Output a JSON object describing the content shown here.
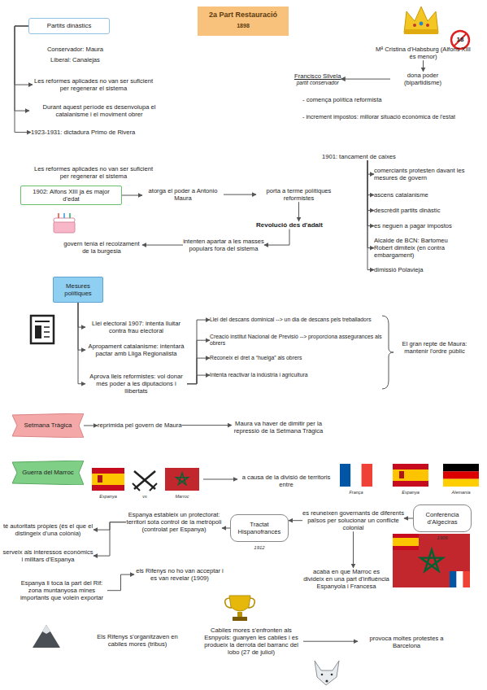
{
  "diagram": {
    "title": "2a Part Restauració",
    "nodes": [
      {
        "text": [
          "Partits dinàstics"
        ]
      },
      {
        "text": [
          "Les reformes aplicades no van ser suficient per regenerar el sistema"
        ]
      },
      {
        "text": [
          "Durant aquest període es desenvolupa el catalanisme i el moviment obrer"
        ]
      },
      {
        "text": [
          "1923-1931: dictadura Primo de Rivera"
        ]
      },
      {
        "text": [
          "Mª Cristina d'Habsburg (Alfons XIII és menor)"
        ]
      },
      {
        "text": [
          "dona poder (bipartidisme)"
        ]
      },
      {
        "text": [
          "Francisco Silvela",
          "partit conservador"
        ]
      },
      {
        "text": [
          "- comença política reformista"
        ]
      },
      {
        "text": [
          "- increment impostos: millorar situació econòmica de l'estat"
        ]
      },
      {
        "text": [
          "1901: tancament de caixes"
        ]
      },
      {
        "text": [
          "comerciants protesten davant les mesures de govern"
        ]
      },
      {
        "text": [
          "ascens catalanisme"
        ]
      },
      {
        "text": [
          "descrèdit partits dinàstic"
        ]
      },
      {
        "text": [
          "es neguen a pagar impostos"
        ]
      },
      {
        "text": [
          "Alcalde de BCN: Bartomeu Robert dimiteix (en contra embargament)"
        ]
      },
      {
        "text": [
          "dimissió Polavieja"
        ]
      },
      {
        "text": [
          "1902: Alfons XIII ja és major d'edat"
        ]
      },
      {
        "text": [
          "atorga el poder a Antonio Maura"
        ]
      },
      {
        "text": [
          "porta a terme polítiques reformistes"
        ]
      },
      {
        "text": [
          "Revolució des d'adalt"
        ]
      },
      {
        "text": [
          "intenten apartar a les masses populars fora del sistema"
        ]
      },
      {
        "text": [
          "govern tenia el recolzament de la burgesia"
        ]
      },
      {
        "text": [
          "Mesures polítiques"
        ]
      },
      {
        "text": [
          "Llei electoral 1907: intenta lluitar contra frau electoral"
        ]
      },
      {
        "text": [
          "Apropament catalanisme: intentarà pactar amb Lliga Regionalista"
        ]
      },
      {
        "text": [
          "Aprova lleis reformistes: vol donar més poder a les diputacions i llibertats"
        ]
      },
      {
        "text": [
          "Llei del descans dominical --> un dia de descans pels treballadors"
        ]
      },
      {
        "text": [
          "Creació institut Nacional de Previsió --> proporciona assegurances als obrers"
        ]
      },
      {
        "text": [
          "Reconeix el dret a “huelga” als obrers"
        ]
      },
      {
        "text": [
          "Intenta reactivar la indústria i agricultura"
        ]
      },
      {
        "text": [
          "El gran repte de Maura: mantenir l'ordre públic"
        ]
      },
      {
        "text": [
          "Setmana Tràgica"
        ]
      },
      {
        "text": [
          "reprimida pel govern de Maura"
        ]
      },
      {
        "text": [
          "Maura va haver de dimitir per la repressió de la Setmana Tràgica"
        ]
      },
      {
        "text": [
          "Guerra del Marroc"
        ]
      },
      {
        "text": [
          "a causa de la divisió de territoris entre"
        ]
      },
      {
        "text": [
          "Conferència d'Algeciras"
        ]
      },
      {
        "text": [
          "es reuneixen governants de diferents països per solucionar un conflicte colonial"
        ]
      },
      {
        "text": [
          "acaba en que Marroc es divideix en una part d'influència Espanyola i Francesa"
        ]
      },
      {
        "text": [
          "Tractat Hispanofrancès"
        ]
      },
      {
        "text": [
          "Espanya estableix un protectorat: territori sota control de la metròpoli (controlat per Espanya)"
        ]
      },
      {
        "text": [
          "té autoritats pròpies (és el que el distingeix d'una colònia)"
        ]
      },
      {
        "text": [
          "serveix als interessos econòmics i militars d'Espanya"
        ]
      },
      {
        "text": [
          "els Rifenys no ho van acceptar i es van revelar (1909)"
        ]
      },
      {
        "text": [
          "Espanya li toca la part del Rif: zona muntanyosa mines importants que volein exportar"
        ]
      },
      {
        "text": [
          "Els Rifenys s'organitzaven en cabiles mores (tribus)"
        ]
      },
      {
        "text": [
          "Cabiles mores s'enfronten als Esnpyols: guanyen les cabiles i es produeix la derrota del barranc del lobo (27 de juliol)"
        ]
      },
      {
        "text": [
          "provoca moltes protestes a Barcelona"
        ]
      }
    ],
    "edges": [
      {
        "from": 0,
        "to": 1,
        "arrow": "to"
      },
      {
        "from": 0,
        "to": 2,
        "arrow": "to"
      },
      {
        "from": 0,
        "to": 3,
        "arrow": "to"
      },
      {
        "from": 4,
        "to": 5,
        "arrow": "to"
      },
      {
        "from": 5,
        "to": 6,
        "arrow": "to"
      },
      {
        "from": 9,
        "to": 10,
        "arrow": "to"
      },
      {
        "from": 9,
        "to": 11,
        "arrow": "to"
      },
      {
        "from": 9,
        "to": 12,
        "arrow": "to"
      },
      {
        "from": 9,
        "to": 13,
        "arrow": "to"
      },
      {
        "from": 9,
        "to": 14,
        "arrow": "to"
      },
      {
        "from": 9,
        "to": 15,
        "arrow": "to"
      },
      {
        "from": 16,
        "to": 17,
        "arrow": "to"
      },
      {
        "from": 17,
        "to": 18,
        "arrow": "to"
      },
      {
        "from": 18,
        "to": 19,
        "arrow": "to"
      },
      {
        "from": 19,
        "to": 20,
        "arrow": "to"
      },
      {
        "from": 20,
        "to": 21,
        "arrow": "to"
      },
      {
        "from": 22,
        "to": 23,
        "arrow": "to"
      },
      {
        "from": 22,
        "to": 24,
        "arrow": "to"
      },
      {
        "from": 22,
        "to": 25,
        "arrow": "to"
      },
      {
        "from": 25,
        "to": 26,
        "arrow": "to"
      },
      {
        "from": 25,
        "to": 27,
        "arrow": "to"
      },
      {
        "from": 25,
        "to": 28,
        "arrow": "to"
      },
      {
        "from": 25,
        "to": 29,
        "arrow": "to"
      },
      {
        "from": 31,
        "to": 32,
        "arrow": "to"
      },
      {
        "from": 32,
        "to": 33,
        "arrow": "to"
      },
      {
        "from": 36,
        "to": 37,
        "arrow": "to"
      },
      {
        "from": 37,
        "to": 38,
        "arrow": "to"
      },
      {
        "from": 37,
        "to": 39,
        "arrow": "to"
      },
      {
        "from": 39,
        "to": 40,
        "arrow": "to"
      },
      {
        "from": 40,
        "to": 41,
        "arrow": "to"
      },
      {
        "from": 40,
        "to": 42,
        "arrow": "to"
      },
      {
        "from": 44,
        "to": 43,
        "arrow": "to"
      },
      {
        "from": 46,
        "to": 47,
        "arrow": "to"
      }
    ],
    "labels": [
      "1898",
      "18",
      "Conservador: Maura",
      "Liberal: Canalejas",
      "Les reformes aplicades no van ser suficient per regenerar el sistema",
      "Espanya",
      "vs",
      "Marroc",
      "França",
      "Espanya",
      "Alemania",
      "1906",
      "1912"
    ]
  }
}
